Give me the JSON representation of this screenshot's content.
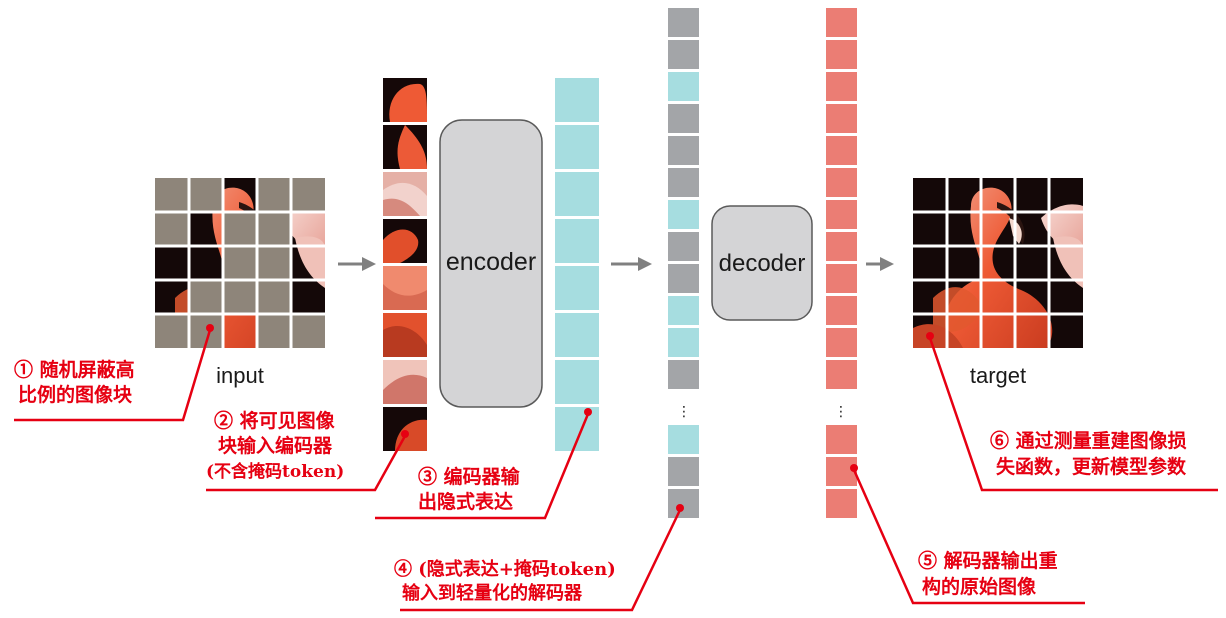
{
  "labels": {
    "input": "input",
    "encoder": "encoder",
    "decoder": "decoder",
    "target": "target",
    "ellipsis": "⋮"
  },
  "annotations": {
    "a1": [
      "① 随机屏蔽高",
      "比例的图像块"
    ],
    "a2": [
      "② 将可见图像",
      "块输入编码器",
      "(不含掩码token)"
    ],
    "a3": [
      "③ 编码器输",
      "出隐式表达"
    ],
    "a4": [
      "④ (隐式表达+掩码token)",
      "输入到轻量化的解码器"
    ],
    "a5": [
      "⑤ 解码器输出重",
      "构的原始图像"
    ],
    "a6": [
      "⑥ 通过测量重建图像损",
      "失函数，更新模型参数"
    ]
  },
  "input_grid_visible": [
    0,
    0,
    1,
    0,
    0,
    0,
    1,
    0,
    0,
    1,
    1,
    1,
    0,
    0,
    1,
    1,
    0,
    0,
    0,
    1,
    0,
    0,
    1,
    0,
    0
  ],
  "decoder_input_tokens": [
    "mask",
    "mask",
    "latent",
    "mask",
    "mask",
    "mask",
    "latent",
    "mask",
    "mask",
    "latent",
    "latent",
    "mask",
    "ellipsis",
    "latent",
    "mask",
    "mask"
  ],
  "colors": {
    "mask_patch": "#8e857a",
    "latent": "#a6dde0",
    "mask_token": "#a3a5a8",
    "output": "#eb7d74",
    "block": "#d4d4d6",
    "block_stroke": "#5a5a5a",
    "arrow": "#808080",
    "annotation": "#e60012"
  }
}
